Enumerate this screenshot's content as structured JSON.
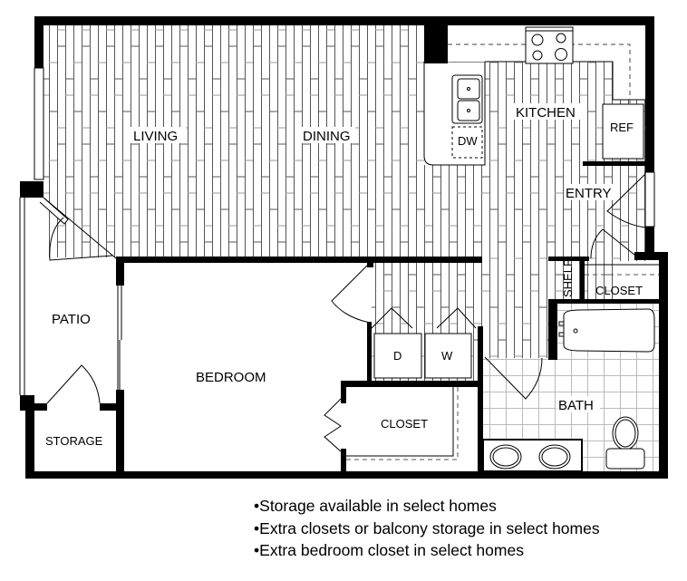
{
  "rooms": {
    "living": "LIVING",
    "dining": "DINING",
    "kitchen": "KITCHEN",
    "ref": "REF",
    "dw": "DW",
    "entry": "ENTRY",
    "patio": "PATIO",
    "bedroom": "BEDROOM",
    "storage": "STORAGE",
    "shelf": "SHELF",
    "entry_closet": "CLOSET",
    "dryer": "D",
    "washer": "W",
    "bedroom_closet": "CLOSET",
    "bath": "BATH"
  },
  "notes": [
    "Storage available in select homes",
    "Extra closets or balcony storage in select homes",
    "Extra bedroom closet in select homes"
  ],
  "colors": {
    "wall": "#000000",
    "floor_line": "#555555",
    "tile": "#bbbbbb"
  }
}
